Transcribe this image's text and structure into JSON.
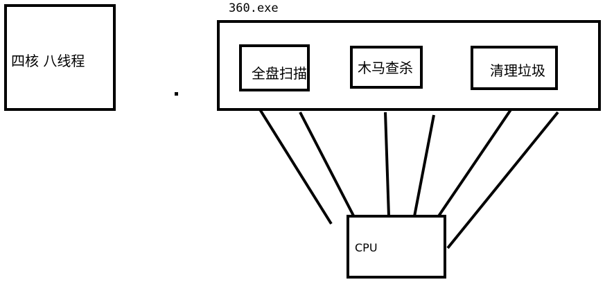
{
  "cpu_info": "四核 八线程",
  "process": {
    "title": "360.exe",
    "tasks": [
      "全盘扫描",
      "木马查杀",
      "清理垃圾"
    ]
  },
  "cpu": {
    "label": "CPU"
  },
  "colors": {
    "stroke": "#000000",
    "background": "#ffffff"
  }
}
